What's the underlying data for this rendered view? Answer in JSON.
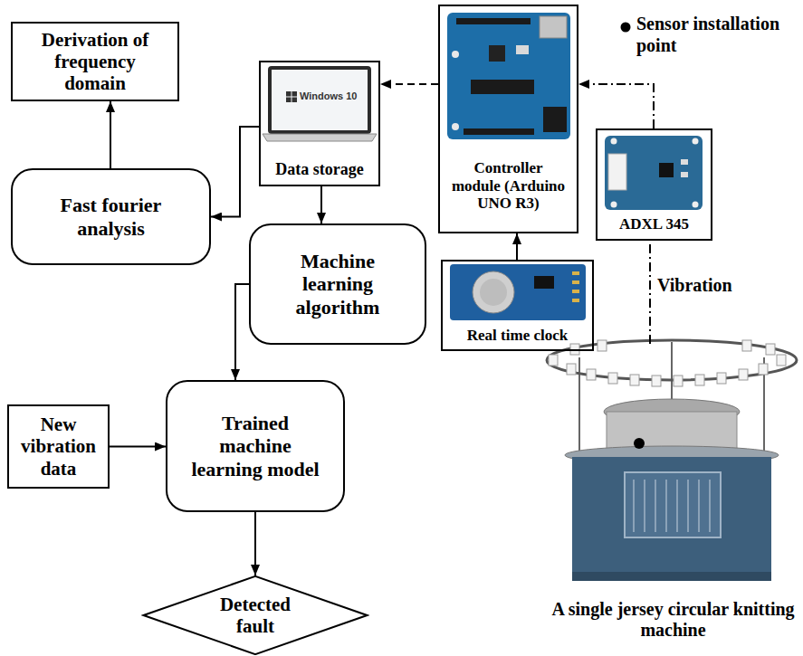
{
  "diagram": {
    "nodes": [
      {
        "text": [
          "Derivation of frequency domain"
        ]
      },
      {
        "text": [
          "Data storage"
        ]
      },
      {
        "text": [
          "Controller module (Arduino UNO R3)"
        ]
      },
      {
        "text": [
          "ADXL 345"
        ]
      },
      {
        "text": [
          "Fast fourier analysis"
        ]
      },
      {
        "text": [
          "Machine learning algorithm"
        ]
      },
      {
        "text": [
          "Real time clock"
        ]
      },
      {
        "text": [
          "New vibration data"
        ]
      },
      {
        "text": [
          "Trained machine learning model"
        ]
      },
      {
        "text": [
          "Detected fault"
        ]
      },
      {
        "text": [
          "A single jersey circular knitting machine"
        ]
      }
    ],
    "edges": [
      {
        "from": 2,
        "to": 1,
        "arrow": "to"
      },
      {
        "from": 3,
        "to": 2,
        "arrow": "to"
      },
      {
        "from": 10,
        "to": 3,
        "arrow": "none",
        "label": "Vibration"
      },
      {
        "from": 6,
        "to": 2,
        "arrow": "to"
      },
      {
        "from": 1,
        "to": 4,
        "arrow": "to"
      },
      {
        "from": 4,
        "to": 0,
        "arrow": "to"
      },
      {
        "from": 1,
        "to": 5,
        "arrow": "to"
      },
      {
        "from": 5,
        "to": 8,
        "arrow": "to"
      },
      {
        "from": 7,
        "to": 8,
        "arrow": "to"
      },
      {
        "from": 8,
        "to": 9,
        "arrow": "to"
      }
    ],
    "labels": [
      "Windows 10",
      "Sensor installation point"
    ]
  }
}
